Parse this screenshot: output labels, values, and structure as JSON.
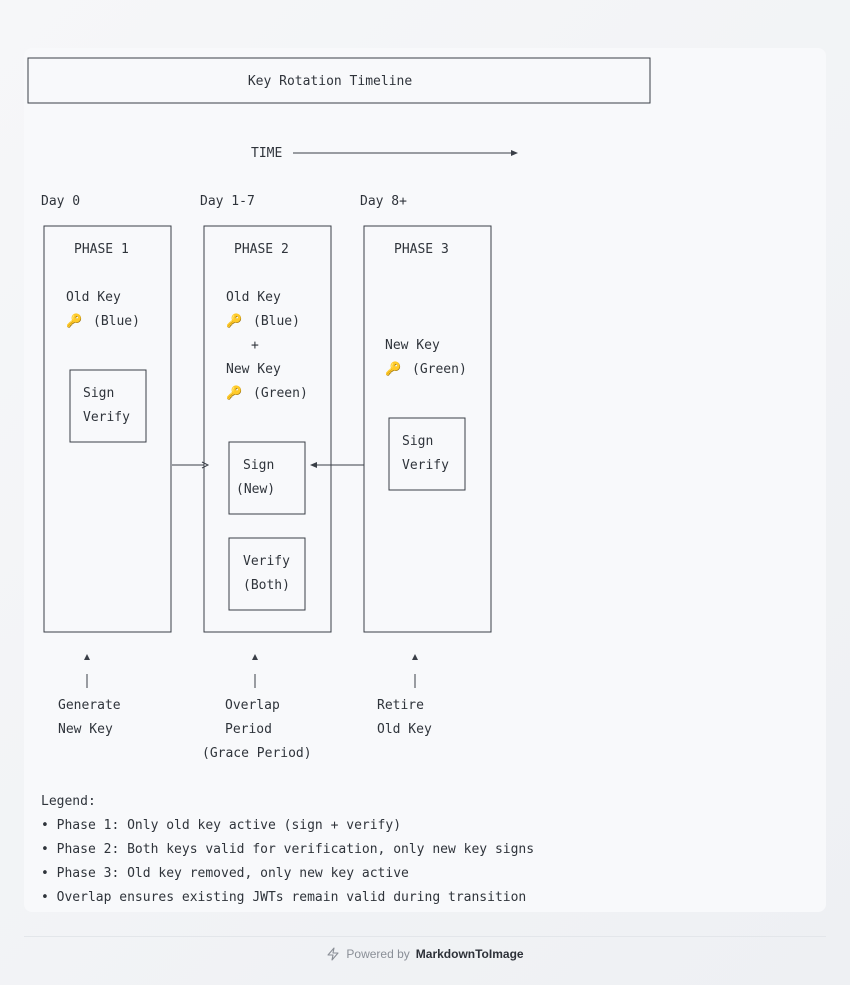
{
  "title": "Key Rotation Timeline",
  "time_label": "TIME",
  "days": [
    "Day 0",
    "Day 1-7",
    "Day 8+"
  ],
  "phases": [
    {
      "label": "PHASE 1",
      "old_key": "Old Key",
      "old_key_color": "(Blue)",
      "box_lines": [
        "Sign",
        "Verify"
      ]
    },
    {
      "label": "PHASE 2",
      "old_key": "Old Key",
      "old_key_color": "(Blue)",
      "plus": "+",
      "new_key": "New Key",
      "new_key_color": "(Green)",
      "sign_box": [
        "Sign",
        "(New)"
      ],
      "verify_box": [
        "Verify",
        "(Both)"
      ]
    },
    {
      "label": "PHASE 3",
      "new_key": "New Key",
      "new_key_color": "(Green)",
      "box_lines": [
        "Sign",
        "Verify"
      ]
    }
  ],
  "annotations": [
    [
      "Generate",
      "New Key"
    ],
    [
      "Overlap",
      "Period",
      "(Grace Period)"
    ],
    [
      "Retire",
      "Old Key"
    ]
  ],
  "legend": {
    "title": "Legend:",
    "items": [
      "• Phase 1: Only old key active (sign + verify)",
      "• Phase 2: Both keys valid for verification, only new key signs",
      "• Phase 3: Old key removed, only new key active",
      "• Overlap ensures existing JWTs remain valid during transition"
    ]
  },
  "footer": {
    "prefix": "Powered by",
    "brand": "MarkdownToImage"
  },
  "colors": {
    "key_icon": "#d4a017",
    "line": "#3a3f47",
    "text": "#2f343b"
  },
  "icons": {
    "key": "key-icon",
    "footer": "bolt-icon"
  }
}
